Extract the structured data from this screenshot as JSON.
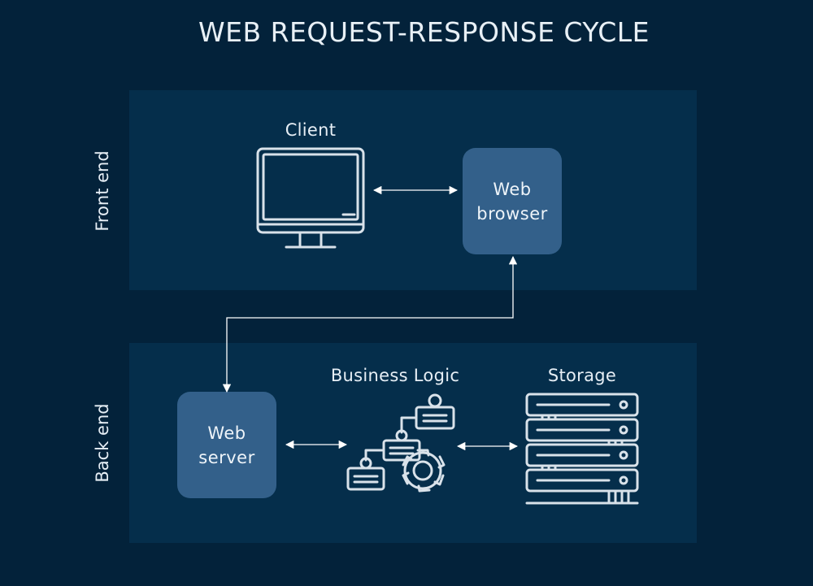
{
  "title": "WEB REQUEST-RESPONSE CYCLE",
  "sections": {
    "front": {
      "label": "Front end"
    },
    "back": {
      "label": "Back end"
    }
  },
  "nodes": {
    "client": {
      "label": "Client",
      "icon": "monitor-icon"
    },
    "browser": {
      "line1": "Web",
      "line2": "browser"
    },
    "server": {
      "line1": "Web",
      "line2": "server"
    },
    "logic": {
      "label": "Business Logic",
      "icon": "flowchart-gear-icon"
    },
    "storage": {
      "label": "Storage",
      "icon": "server-rack-icon"
    }
  },
  "colors": {
    "background": "#03223a",
    "panel": "#052e4b",
    "box": "#33608a",
    "stroke": "#d9e2ea"
  }
}
